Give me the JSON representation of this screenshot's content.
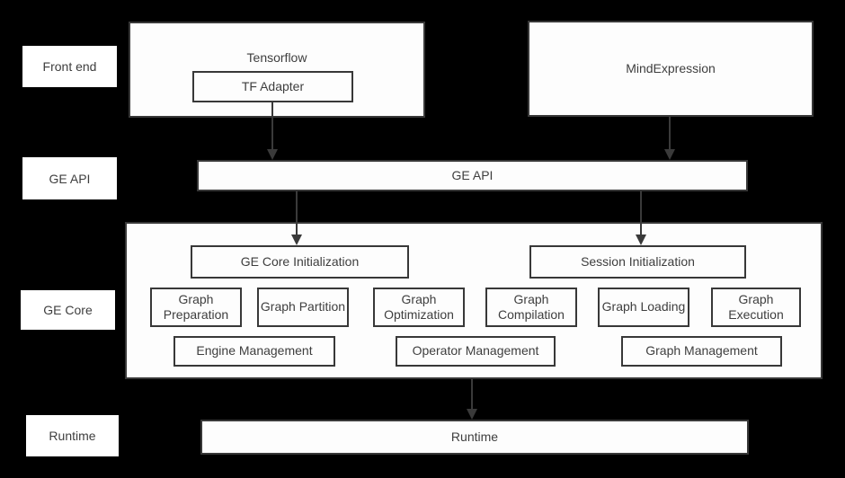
{
  "colors": {
    "background": "#000000",
    "box_fill": "#fdfdfd",
    "box_border": "#383838",
    "text": "#3e3e3e",
    "arrow": "#3a3a3a"
  },
  "side_labels": [
    {
      "label": "Front end"
    },
    {
      "label": "GE API"
    },
    {
      "label": "GE Core"
    },
    {
      "label": "Runtime"
    }
  ],
  "front_end": {
    "tensorflow_label": "Tensorflow",
    "tf_adapter_label": "TF Adapter",
    "mind_expression_label": "MindExpression"
  },
  "ge_api_bar_label": "GE API",
  "ge_core": {
    "ge_core_initialization": "GE Core Initialization",
    "session_initialization": "Session Initialization",
    "modules": [
      "Graph Preparation",
      "Graph Partition",
      "Graph Optimization",
      "Graph Compilation",
      "Graph Loading",
      "Graph Execution"
    ],
    "managers": [
      "Engine Management",
      "Operator Management",
      "Graph Management"
    ]
  },
  "runtime_bar_label": "Runtime"
}
